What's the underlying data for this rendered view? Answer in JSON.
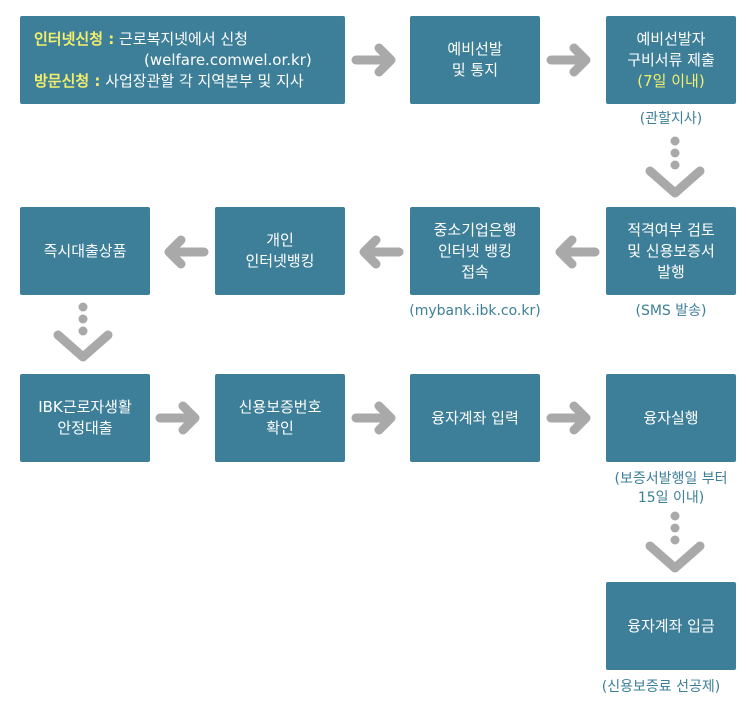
{
  "boxes": {
    "apply": {
      "online_label": "인터넷신청 :",
      "online_text": "근로복지넷에서 신청",
      "online_url": "(welfare.comwel.or.kr)",
      "visit_label": "방문신청 :",
      "visit_text": "사업장관할 각 지역본부 및 지사"
    },
    "preselect": {
      "line1": "예비선발",
      "line2": "및 통지"
    },
    "submit": {
      "line1": "예비선발자",
      "line2": "구비서류 제출",
      "line3": "(7일 이내)"
    },
    "review": {
      "line1": "적격여부 검토",
      "line2": "및 신용보증서",
      "line3": "발행"
    },
    "banking": {
      "line1": "중소기업은행",
      "line2": "인터넷 뱅킹",
      "line3": "접속"
    },
    "personal": {
      "line1": "개인",
      "line2": "인터넷뱅킹"
    },
    "instant": {
      "line1": "즉시대출상품"
    },
    "ibk_loan": {
      "line1": "IBK근로자생활",
      "line2": "안정대출"
    },
    "guarantee_no": {
      "line1": "신용보증번호",
      "line2": "확인"
    },
    "account_input": {
      "line1": "융자계좌 입력"
    },
    "execute": {
      "line1": "융자실행"
    },
    "deposit": {
      "line1": "융자계좌 입금"
    }
  },
  "notes": {
    "submit": "(관할지사)",
    "review": "(SMS 발송)",
    "banking": "(mybank.ibk.co.kr)",
    "execute_line1": "(보증서발행일 부터",
    "execute_line2": "15일 이내)",
    "deposit": "(신용보증료 선공제)"
  },
  "colors": {
    "box": "#3d7f99",
    "highlight": "#f3ef6c",
    "arrow": "#a9a9a9",
    "note": "#3d7f99"
  }
}
